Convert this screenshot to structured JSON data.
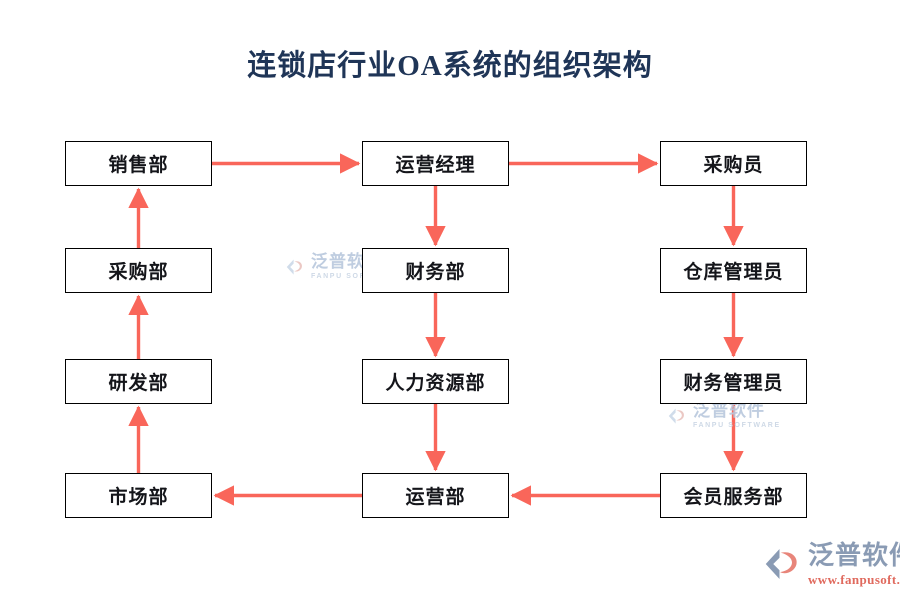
{
  "title": "连锁店行业OA系统的组织架构",
  "colors": {
    "title": "#1f3557",
    "arrow": "#f9665a",
    "box_border": "#000000",
    "box_fill": "#ffffff",
    "box_text": "#14151a",
    "watermark": "#b9c8dd",
    "brand_text": "#8a9bb4",
    "brand_url": "#e06a5e"
  },
  "nodes": [
    {
      "id": "sales",
      "label": "销售部",
      "col": 0,
      "row": 0
    },
    {
      "id": "ops-manager",
      "label": "运营经理",
      "col": 1,
      "row": 0
    },
    {
      "id": "buyer",
      "label": "采购员",
      "col": 2,
      "row": 0
    },
    {
      "id": "purchasing",
      "label": "采购部",
      "col": 0,
      "row": 1
    },
    {
      "id": "finance",
      "label": "财务部",
      "col": 1,
      "row": 1
    },
    {
      "id": "warehouse",
      "label": "仓库管理员",
      "col": 2,
      "row": 1
    },
    {
      "id": "rnd",
      "label": "研发部",
      "col": 0,
      "row": 2
    },
    {
      "id": "hr",
      "label": "人力资源部",
      "col": 1,
      "row": 2
    },
    {
      "id": "fin-admin",
      "label": "财务管理员",
      "col": 2,
      "row": 2
    },
    {
      "id": "marketing",
      "label": "市场部",
      "col": 0,
      "row": 3
    },
    {
      "id": "operations",
      "label": "运营部",
      "col": 1,
      "row": 3
    },
    {
      "id": "member-svc",
      "label": "会员服务部",
      "col": 2,
      "row": 3
    }
  ],
  "connections": [
    {
      "from": "sales",
      "to": "ops-manager",
      "direction": "right"
    },
    {
      "from": "ops-manager",
      "to": "buyer",
      "direction": "right"
    },
    {
      "from": "ops-manager",
      "to": "finance",
      "direction": "down"
    },
    {
      "from": "finance",
      "to": "hr",
      "direction": "down"
    },
    {
      "from": "hr",
      "to": "operations",
      "direction": "down"
    },
    {
      "from": "buyer",
      "to": "warehouse",
      "direction": "down"
    },
    {
      "from": "warehouse",
      "to": "fin-admin",
      "direction": "down"
    },
    {
      "from": "fin-admin",
      "to": "member-svc",
      "direction": "down"
    },
    {
      "from": "member-svc",
      "to": "operations",
      "direction": "left"
    },
    {
      "from": "operations",
      "to": "marketing",
      "direction": "left"
    },
    {
      "from": "marketing",
      "to": "rnd",
      "direction": "up"
    },
    {
      "from": "rnd",
      "to": "purchasing",
      "direction": "up"
    },
    {
      "from": "purchasing",
      "to": "sales",
      "direction": "up"
    }
  ],
  "watermarks": [
    {
      "id": "wm-center",
      "cn": "泛普软件",
      "en": "FANPU SOFTWARE"
    },
    {
      "id": "wm-right",
      "cn": "泛普软件",
      "en": "FANPU SOFTWARE"
    }
  ],
  "brand": {
    "name": "泛普软件",
    "url": "www.fanpusoft.com"
  }
}
